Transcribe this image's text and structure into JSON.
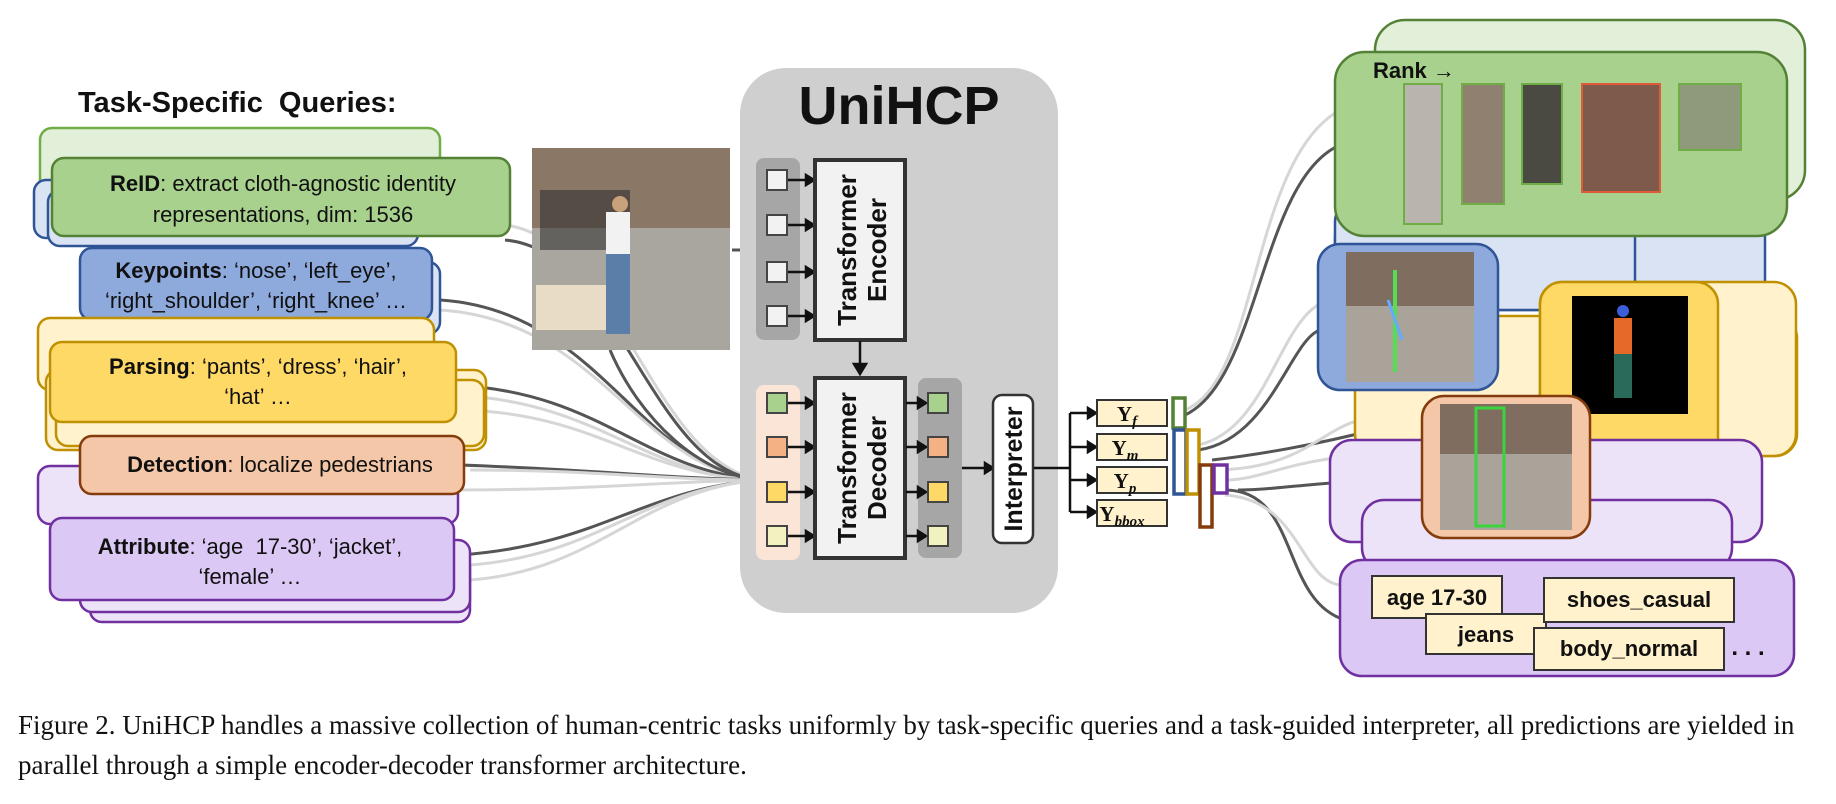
{
  "header": {
    "queries_title": "Task-Specific  Queries:",
    "model_title": "UniHCP"
  },
  "queries": [
    {
      "name": "ReID",
      "text_line1": ": extract cloth-agnostic identity",
      "text_line2": "representations, dim: 1536",
      "color": "#a9d18e"
    },
    {
      "name": "Keypoints",
      "text_line1": ": ‘nose’, ‘left_eye’,",
      "text_line2": "‘right_shoulder’, ‘right_knee’ …",
      "color": "#8ea9db"
    },
    {
      "name": "Parsing",
      "text_line1": ": ‘pants’, ‘dress’, ‘hair’,",
      "text_line2": "‘hat’ …",
      "color": "#ffd966"
    },
    {
      "name": "Detection",
      "text_line1": ": localize pedestrians",
      "text_line2": "",
      "color": "#f4c7a8"
    },
    {
      "name": "Attribute",
      "text_line1": ": ‘age  17-30’, ‘jacket’,",
      "text_line2": "‘female’ …",
      "color": "#dcc8f5"
    }
  ],
  "model": {
    "encoder_label": "Transformer\nEncoder",
    "decoder_label": "Transformer\nDecoder",
    "interpreter_label": "Interpreter"
  },
  "outputs": [
    {
      "base": "Y",
      "sub": "f"
    },
    {
      "base": "Y",
      "sub": "m"
    },
    {
      "base": "Y",
      "sub": "p"
    },
    {
      "base": "Y",
      "sub": "bbox"
    }
  ],
  "results": {
    "rank_label": "Rank →",
    "attribute_tags": [
      "age 17-30",
      "jeans",
      "shoes_casual",
      "body_normal"
    ],
    "more": ". . ."
  },
  "colors": {
    "reid": "#a9d18e",
    "keypoints": "#8ea9db",
    "parsing": "#ffd966",
    "detection": "#f4c7a8",
    "attribute": "#dcc8f5",
    "model_bg": "#d0cfd0"
  },
  "caption": "Figure 2. UniHCP handles a massive collection of human-centric tasks uniformly by task-specific queries and a task-guided interpreter, all predictions are yielded in parallel through a simple encoder-decoder transformer architecture."
}
